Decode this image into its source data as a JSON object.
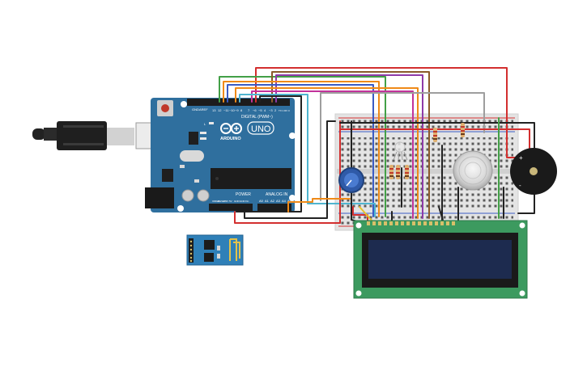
{
  "arduino": {
    "brand": "ARDUINO",
    "model": "UNO",
    "digital_label": "DIGITAL (PWM~)",
    "analog_label": "ANALOG IN",
    "power_label": "POWER",
    "led_tx": "TX",
    "led_rx": "RX",
    "led_l": "L",
    "aref": "AREF",
    "gnd": "GND",
    "digital_pins": [
      "13",
      "12",
      "~11",
      "~10",
      "~9",
      "8",
      "7",
      "~6",
      "~5",
      "4",
      "~3",
      "2",
      "TX 1",
      "RX 0"
    ],
    "power_pins": [
      "IOREF",
      "RESET",
      "3.3V",
      "5V",
      "GND",
      "GND",
      "Vin"
    ],
    "analog_pins": [
      "A0",
      "A1",
      "A2",
      "A3",
      "A4",
      "A5"
    ]
  },
  "components": [
    {
      "id": "usb-cable",
      "kind": "usb-cable"
    },
    {
      "id": "arduino-uno",
      "kind": "microcontroller"
    },
    {
      "id": "breadboard",
      "kind": "breadboard"
    },
    {
      "id": "potentiometer",
      "kind": "potentiometer"
    },
    {
      "id": "rgb-led",
      "kind": "led"
    },
    {
      "id": "resistors",
      "kind": "resistor",
      "count": 5
    },
    {
      "id": "gas-sensor",
      "kind": "gas-sensor"
    },
    {
      "id": "piezo-buzzer",
      "kind": "piezo"
    },
    {
      "id": "lcd-16x2",
      "kind": "lcd"
    },
    {
      "id": "esp8266",
      "kind": "wifi-module"
    }
  ],
  "buzzer": {
    "plus": "+",
    "minus": "-"
  },
  "colors": {
    "arduino_board": "#2f6f9e",
    "breadboard": "#e4e4e4",
    "lcd_pcb": "#3c9a5f",
    "lcd_screen": "#1d2b4f",
    "esp_pcb": "#2f80b8",
    "wire_red": "#d32f2f",
    "wire_black": "#222222",
    "wire_green": "#43a047",
    "wire_orange": "#ef8a18",
    "wire_purple": "#8e3aa8",
    "wire_brown": "#8a5a2b",
    "wire_cyan": "#4fb5d0",
    "wire_gray": "#9e9e9e",
    "wire_magenta": "#c2339b",
    "wire_yellow": "#e6c22a"
  }
}
